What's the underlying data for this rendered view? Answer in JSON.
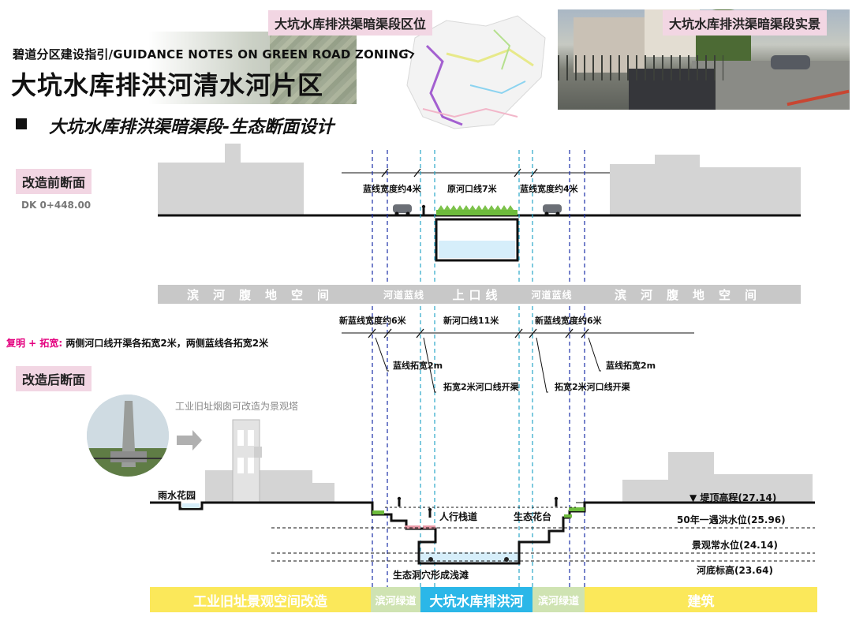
{
  "header": {
    "subtitle": "碧道分区建设指引/GUIDANCE NOTES ON GREEN ROAD ZONING",
    "title": "大坑水库排洪河清水河片区",
    "section_title": "大坑水库排洪渠暗渠段-生态断面设计"
  },
  "top_tags": {
    "location": "大坑水库排洪渠暗渠段区位",
    "photo": "大坑水库排洪渠暗渠段实景"
  },
  "before": {
    "tag": "改造前断面",
    "dk": "DK 0+448.00",
    "labels": {
      "blue_left": "蓝线宽度约4米",
      "river_mouth": "原河口线7米",
      "blue_right": "蓝线宽度约4米"
    }
  },
  "middle_strip": {
    "left": "滨河腹地空间",
    "blue_left": "河道蓝线",
    "upper": "上口线",
    "blue_right": "河道蓝线",
    "right": "滨河腹地空间"
  },
  "new_dims": {
    "new_blue_left": "新蓝线宽度约6米",
    "new_river": "新河口线11米",
    "new_blue_right": "新蓝线宽度约6米",
    "blue_widen_left": "蓝线拓宽2m",
    "blue_widen_right": "蓝线拓宽2m",
    "open_left": "拓宽2米河口线开渠",
    "open_right": "拓宽2米河口线开渠"
  },
  "note": {
    "red": "复明 + 拓宽:",
    "text": " 两侧河口线开渠各拓宽2米，两侧蓝线各拓宽2米"
  },
  "after": {
    "tag": "改造后断面",
    "chimney_note": "工业旧址烟囱可改造为景观塔",
    "rain_garden": "雨水花园",
    "walkway": "人行栈道",
    "eco_platform": "生态花台",
    "eco_cave": "生态洞穴形成浅滩",
    "levels": [
      "▼ 堤顶高程(27.14)",
      "50年一遇洪水位(25.96)",
      "景观常水位(24.14)",
      "河底标高(23.64)"
    ]
  },
  "bottom_strip": {
    "industrial": "工业旧址景观空间改造",
    "green_left": "滨河绿道",
    "river": "大坑水库排洪河",
    "green_right": "滨河绿道",
    "building": "建筑"
  },
  "colors": {
    "pink_tag": "#f2d6e3",
    "yellow": "#fbe85a",
    "green": "#cfe3b2",
    "cyan": "#2bb7e8",
    "water": "#d6eefa",
    "gray_block": "#d4d4d4",
    "blue_dash": "#1c2fa8",
    "cyan_dash": "#2aa7c9"
  }
}
